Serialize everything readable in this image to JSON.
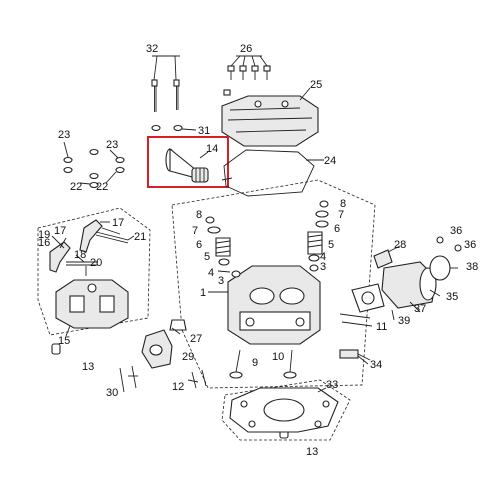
{
  "highlight_color": "#d61f26",
  "labels": {
    "p1": "1",
    "p3a": "3",
    "p3b": "3",
    "p4a": "4",
    "p4b": "4",
    "p5a": "5",
    "p5b": "5",
    "p6a": "6",
    "p6b": "6",
    "p7a": "7",
    "p7b": "7",
    "p8a": "8",
    "p8b": "8",
    "p9": "9",
    "p10": "10",
    "p11": "11",
    "p12": "12",
    "p13a": "13",
    "p13b": "13",
    "p14": "14",
    "p15": "15",
    "p16": "16",
    "p17a": "17",
    "p17b": "17",
    "p18": "18",
    "p19": "19",
    "p20": "20",
    "p21": "21",
    "p22a": "22",
    "p22b": "22",
    "p23a": "23",
    "p23b": "23",
    "p24": "24",
    "p25": "25",
    "p26": "26",
    "p27": "27",
    "p28": "28",
    "p29": "29",
    "p30": "30",
    "p31": "31",
    "p32": "32",
    "p33": "33",
    "p34": "34",
    "p35": "35",
    "p36a": "36",
    "p36b": "36",
    "p37": "37",
    "p38": "38",
    "p39": "39"
  }
}
